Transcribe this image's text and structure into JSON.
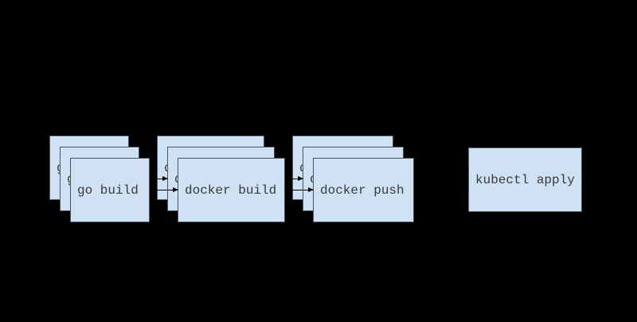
{
  "diagram": {
    "description": "CI/CD pipeline diagram with stacked process boxes",
    "background_color": "#000000",
    "node_fill_color": "#cfe2f3",
    "node_border_color": "#4a545e",
    "node_text_color": "#3a3a3a",
    "arrow_color": "#000000",
    "groups": [
      {
        "id": "go-build",
        "label": "go build",
        "stacked_copies": 3
      },
      {
        "id": "docker-build",
        "label": "docker build",
        "stacked_copies": 3
      },
      {
        "id": "docker-push",
        "label": "docker push",
        "stacked_copies": 3
      },
      {
        "id": "kubectl-apply",
        "label": "kubectl apply",
        "stacked_copies": 1
      }
    ],
    "arrows": [
      {
        "from": "go build",
        "to": "docker build",
        "per_layer": 3
      },
      {
        "from": "docker build",
        "to": "docker push",
        "per_layer": 3
      },
      {
        "from": "docker push",
        "to": "kubectl apply",
        "per_layer": 3
      }
    ]
  }
}
